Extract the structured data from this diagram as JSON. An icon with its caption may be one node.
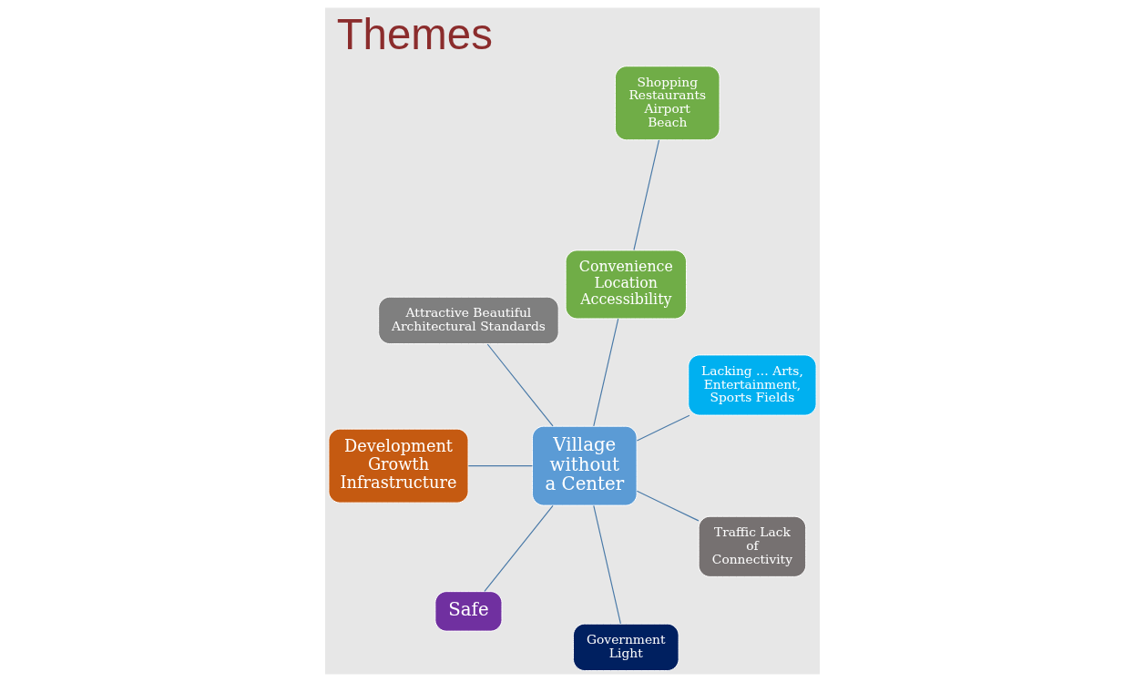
{
  "diagram": {
    "title": "Themes",
    "nodes": [
      {
        "text": [
          "Village without a Center"
        ]
      },
      {
        "text": [
          "Lacking … Arts, Entertainment, Sports Fields"
        ]
      },
      {
        "text": [
          "Convenience Location Accessibility"
        ]
      },
      {
        "text": [
          "Shopping Restaurants Airport Beach"
        ]
      },
      {
        "text": [
          "Attractive Beautiful Architectural Standards"
        ]
      },
      {
        "text": [
          "Development Growth Infrastructure"
        ]
      },
      {
        "text": [
          "Safe"
        ]
      },
      {
        "text": [
          "Government Light"
        ]
      },
      {
        "text": [
          "Traffic Lack of Connectivity"
        ]
      }
    ],
    "edges": [
      {
        "from": 0,
        "to": 1,
        "arrow": "none"
      },
      {
        "from": 0,
        "to": 2,
        "arrow": "none"
      },
      {
        "from": 2,
        "to": 3,
        "arrow": "none"
      },
      {
        "from": 0,
        "to": 4,
        "arrow": "none"
      },
      {
        "from": 0,
        "to": 5,
        "arrow": "none"
      },
      {
        "from": 0,
        "to": 6,
        "arrow": "none"
      },
      {
        "from": 0,
        "to": 7,
        "arrow": "none"
      },
      {
        "from": 0,
        "to": 8,
        "arrow": "none"
      }
    ]
  }
}
